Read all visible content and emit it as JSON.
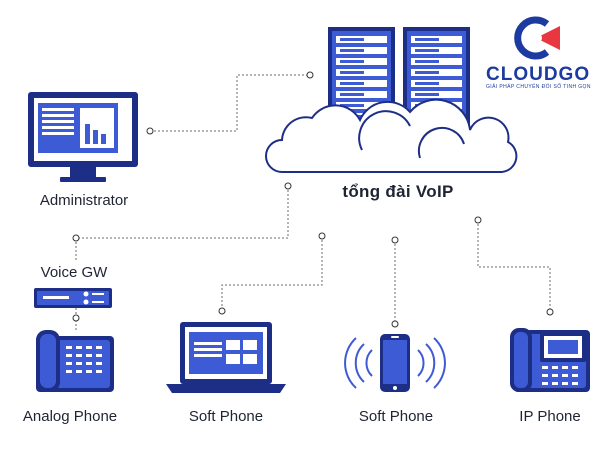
{
  "brand": {
    "name": "CLOUDGO",
    "tagline": "GIẢI PHÁP CHUYỂN ĐỔI SỐ TINH GỌN",
    "primary_color": "#1d3aa0",
    "accent_color": "#e8373f"
  },
  "nodes": {
    "administrator": "Administrator",
    "voip": "tổng đài VoIP",
    "voice_gw": "Voice GW",
    "analog_phone": "Analog Phone",
    "soft_phone_1": "Soft Phone",
    "soft_phone_2": "Soft Phone",
    "ip_phone": "IP Phone"
  },
  "colors": {
    "device_blue": "#3e5bd6",
    "device_dark": "#1d2e86",
    "line": "#666666"
  }
}
